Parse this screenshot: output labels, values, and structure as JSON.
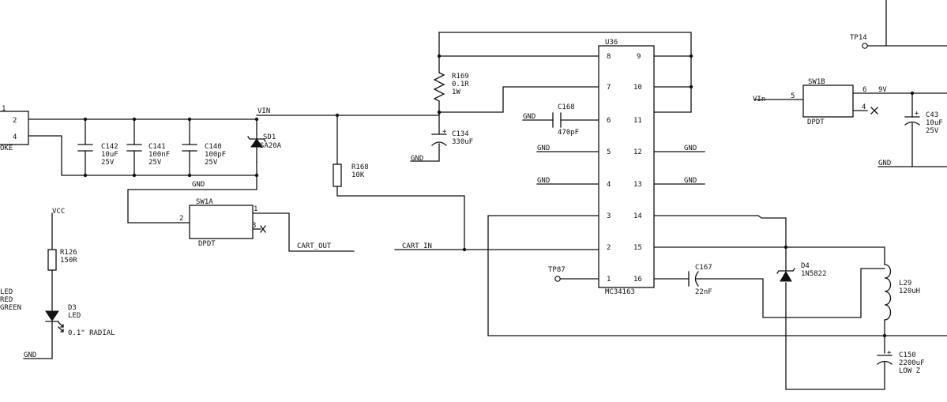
{
  "colors": {
    "ink": "#111111",
    "paper": "#ffffff"
  },
  "connector": {
    "pin_a": "2",
    "pin_b": "4",
    "partial_label": "OKE",
    "partial_ref": "1"
  },
  "nets": {
    "vin": "VIN",
    "gnd": "GND",
    "vcc": "VCC",
    "cart_out": "CART_OUT",
    "cart_in": "CART_IN",
    "vin_right": "VIn",
    "v9": "9V"
  },
  "caps": {
    "c142": {
      "ref": "C142",
      "value": "10uF",
      "rating": "25V"
    },
    "c141": {
      "ref": "C141",
      "value": "100nF",
      "rating": "25V"
    },
    "c140": {
      "ref": "C140",
      "value": "100pF",
      "rating": "25V"
    },
    "c134": {
      "ref": "C134",
      "value": "330uF",
      "polarity": "+"
    },
    "c168": {
      "ref": "C168",
      "value": "470pF"
    },
    "c167": {
      "ref": "C167",
      "value": "22nF"
    },
    "c150": {
      "ref": "C150",
      "value": "2200uF",
      "note": "LOW Z",
      "polarity": "+"
    },
    "c43": {
      "ref": "C43",
      "value": "10uF",
      "rating": "25V",
      "polarity": "+"
    }
  },
  "diodes": {
    "sd1": {
      "ref": "SD1",
      "value": "SA20A"
    },
    "d4": {
      "ref": "D4",
      "value": "1N5822"
    },
    "d3": {
      "ref": "D3",
      "value": "LED",
      "note": "0.1\" RADIAL"
    }
  },
  "led_labels": [
    "LED",
    "RED",
    "GREEN"
  ],
  "resistors": {
    "r169": {
      "ref": "R169",
      "value": "0.1R",
      "power": "1W"
    },
    "r168": {
      "ref": "R168",
      "value": "10K"
    },
    "r126": {
      "ref": "R126",
      "value": "150R"
    }
  },
  "inductor": {
    "ref": "L29",
    "value": "120uH"
  },
  "switches": {
    "sw1a": {
      "ref": "SW1A",
      "type": "DPDT",
      "pins": [
        "1",
        "2",
        "3"
      ]
    },
    "sw1b": {
      "ref": "SW1B",
      "type": "DPDT",
      "pins": [
        "5",
        "6",
        "4"
      ]
    }
  },
  "ic": {
    "ref": "U36",
    "part": "MC34163",
    "left_pins": [
      "8",
      "7",
      "6",
      "5",
      "4",
      "3",
      "2",
      "1"
    ],
    "right_pins": [
      "9",
      "10",
      "11",
      "12",
      "13",
      "14",
      "15",
      "16"
    ]
  },
  "testpoints": {
    "tp87": "TP87",
    "tp14": "TP14"
  }
}
